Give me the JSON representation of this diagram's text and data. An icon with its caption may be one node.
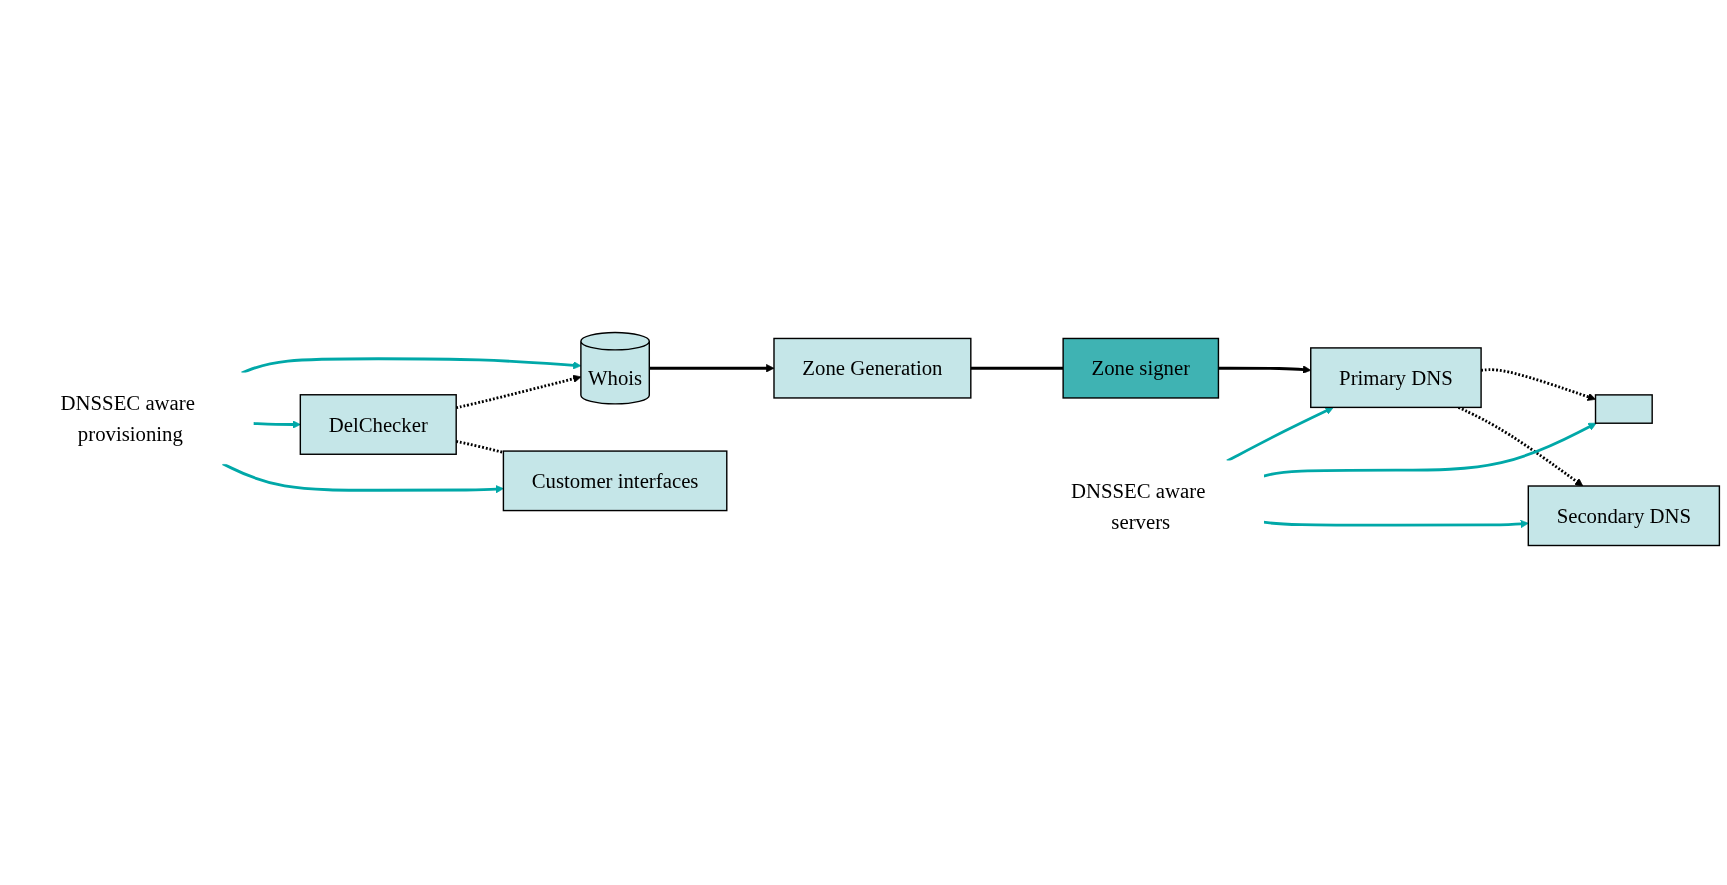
{
  "diagram": {
    "nodes": [
      {
        "text": [
          "Zone Generation"
        ]
      },
      {
        "text": [
          "Zone signer"
        ]
      },
      {
        "text": [
          "Primary DNS"
        ]
      },
      {
        "text": [],
        "shape": "box"
      },
      {
        "text": [
          "Secondary DNS"
        ]
      },
      {
        "text": [
          "Whois"
        ]
      },
      {
        "text": [
          "DelChecker"
        ]
      },
      {
        "text": [
          "Customer interfaces"
        ]
      },
      {
        "text": [
          "DNSSEC aware servers"
        ]
      },
      {
        "text": [
          "DNSSEC aware provisioning"
        ]
      }
    ],
    "edges": [
      {
        "from": 0,
        "to": 1,
        "arrow": "none"
      },
      {
        "from": 1,
        "to": 2,
        "arrow": "to"
      },
      {
        "from": 2,
        "to": 3,
        "arrow": "to",
        "style": "dashed"
      },
      {
        "from": 2,
        "to": 4,
        "arrow": "to",
        "style": "dashed"
      },
      {
        "from": 5,
        "to": 0,
        "arrow": "to"
      },
      {
        "from": 6,
        "to": 5,
        "arrow": "to",
        "style": "dashed"
      },
      {
        "from": 6,
        "to": 7,
        "arrow": "none",
        "style": "dashed"
      },
      {
        "from": 8,
        "to": 2,
        "arrow": "to",
        "color": "#00a8a8"
      },
      {
        "from": 8,
        "to": 3,
        "arrow": "to",
        "color": "#00a8a8"
      },
      {
        "from": 8,
        "to": 4,
        "arrow": "to",
        "color": "#00a8a8"
      },
      {
        "from": 9,
        "to": 5,
        "arrow": "to",
        "color": "#00a8a8"
      },
      {
        "from": 9,
        "to": 6,
        "arrow": "to",
        "color": "#00a8a8"
      },
      {
        "from": 9,
        "to": 7,
        "arrow": "to",
        "color": "#00a8a8"
      }
    ]
  }
}
